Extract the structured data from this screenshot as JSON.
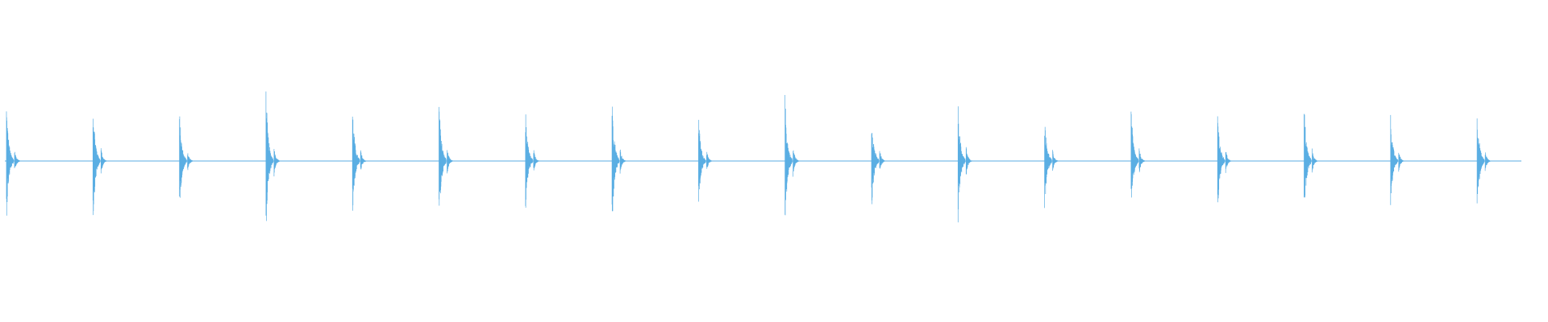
{
  "waveform": {
    "color": "#5aaee3",
    "background": "#ffffff",
    "duration_fraction": 0.983,
    "events": [
      {
        "peak": 0.38,
        "tail": 0.08
      },
      {
        "peak": 0.42,
        "tail": 0.09
      },
      {
        "peak": 0.33,
        "tail": 0.07
      },
      {
        "peak": 0.47,
        "tail": 0.1
      },
      {
        "peak": 0.37,
        "tail": 0.08
      },
      {
        "peak": 0.43,
        "tail": 0.09
      },
      {
        "peak": 0.34,
        "tail": 0.08
      },
      {
        "peak": 0.45,
        "tail": 0.09
      },
      {
        "peak": 0.31,
        "tail": 0.07
      },
      {
        "peak": 0.42,
        "tail": 0.1
      },
      {
        "peak": 0.33,
        "tail": 0.08
      },
      {
        "peak": 0.39,
        "tail": 0.1
      },
      {
        "peak": 0.33,
        "tail": 0.07
      },
      {
        "peak": 0.36,
        "tail": 0.09
      },
      {
        "peak": 0.35,
        "tail": 0.08
      },
      {
        "peak": 0.38,
        "tail": 0.08
      },
      {
        "peak": 0.3,
        "tail": 0.07
      },
      {
        "peak": 0.35,
        "tail": 0.07
      }
    ]
  }
}
